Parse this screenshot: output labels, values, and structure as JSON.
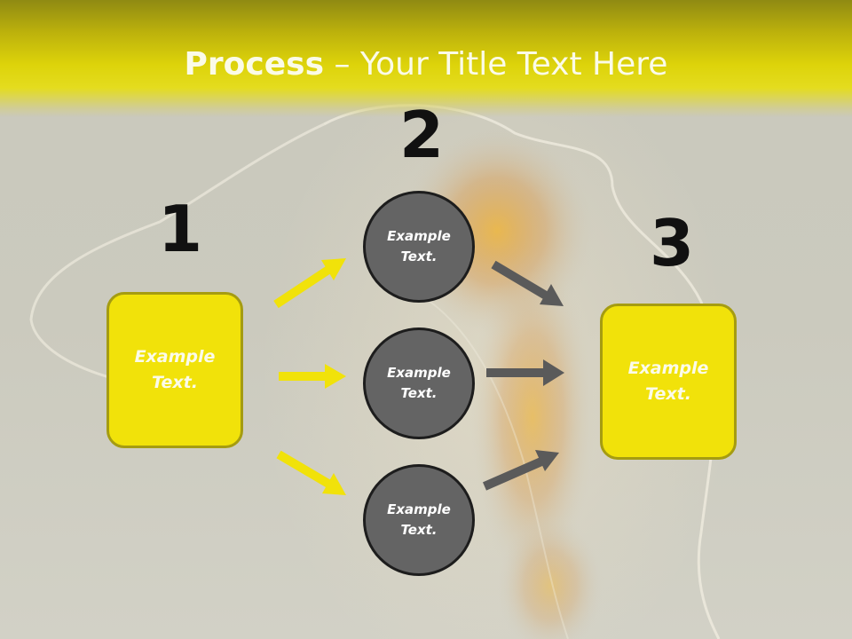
{
  "title": {
    "strong": "Process",
    "rest": " – Your Title Text Here"
  },
  "steps": [
    {
      "number": "1",
      "text": "Example\nText."
    },
    {
      "number": "2",
      "circles": [
        "Example\nText.",
        "Example\nText.",
        "Example\nText."
      ]
    },
    {
      "number": "3",
      "text": "Example\nText."
    }
  ],
  "colors": {
    "banner": "#ddd30a",
    "box_fill": "#f1e20a",
    "box_border": "#a59c11",
    "circle_fill": "#646464",
    "yellow_arrow": "#f1e20a",
    "gray_arrow": "#5a5a5a"
  }
}
